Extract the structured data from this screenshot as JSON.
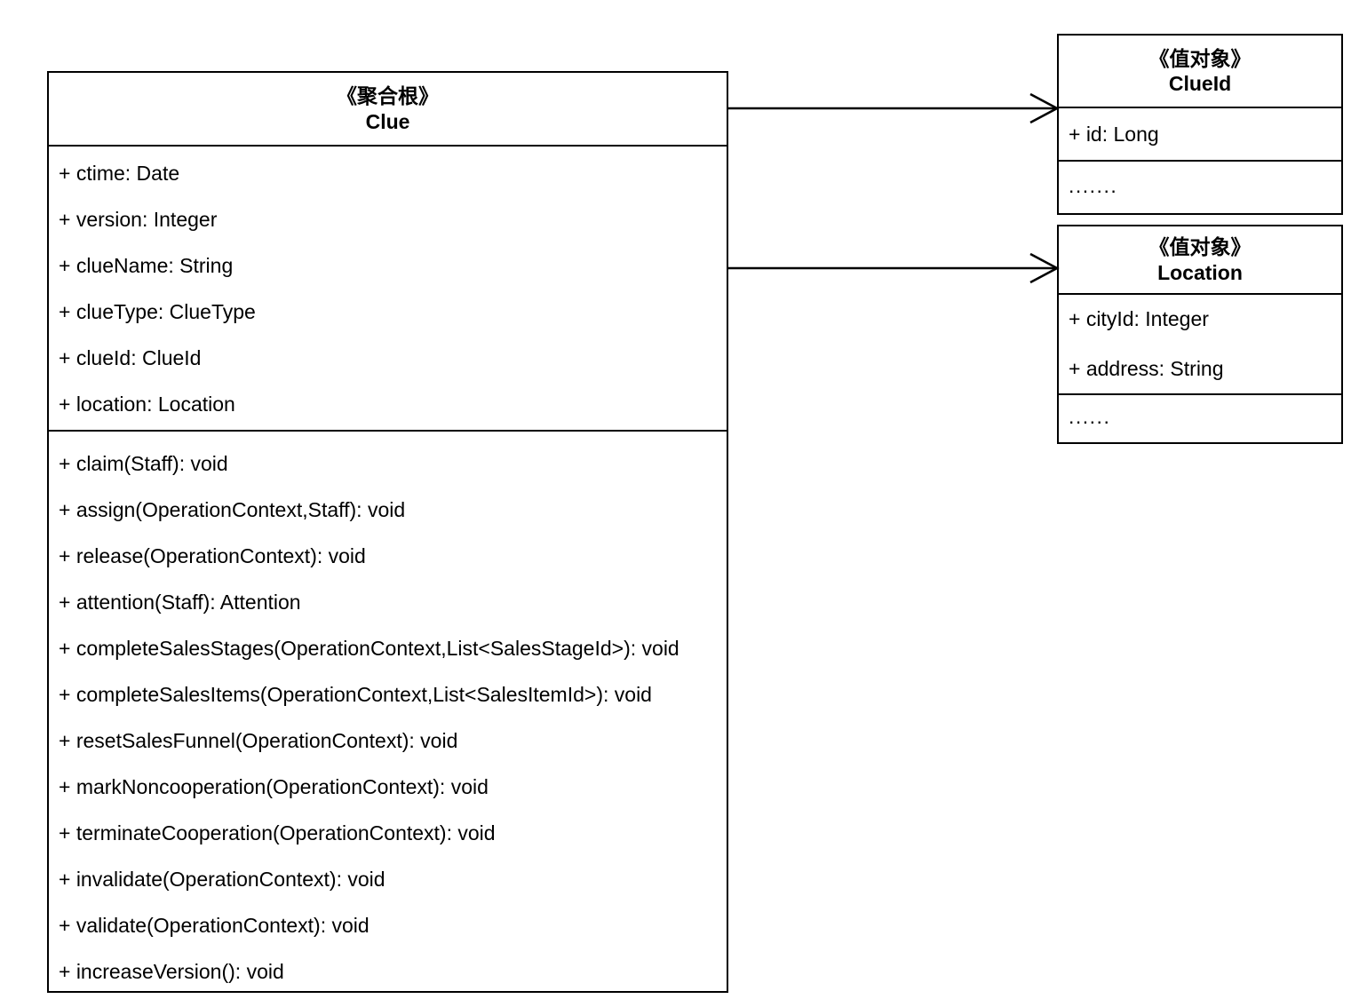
{
  "diagram": {
    "kind": "uml-class-diagram",
    "background_color": "#ffffff",
    "line_color": "#000000"
  },
  "classes": {
    "clue": {
      "stereotype": "《聚合根》",
      "name": "Clue",
      "attributes": [
        "+ ctime: Date",
        "+ version: Integer",
        "+ clueName: String",
        "+ clueType: ClueType",
        "+ clueId: ClueId",
        "+ location: Location"
      ],
      "operations": [
        "+ claim(Staff): void",
        "+ assign(OperationContext,Staff): void",
        "+ release(OperationContext): void",
        "+ attention(Staff): Attention",
        "+ completeSalesStages(OperationContext,List<SalesStageId>): void",
        "+ completeSalesItems(OperationContext,List<SalesItemId>): void",
        "+ resetSalesFunnel(OperationContext): void",
        "+ markNoncooperation(OperationContext): void",
        "+ terminateCooperation(OperationContext): void",
        "+ invalidate(OperationContext): void",
        "+ validate(OperationContext): void",
        "+ increaseVersion(): void"
      ]
    },
    "clue_id": {
      "stereotype": "《值对象》",
      "name": "ClueId",
      "attributes": [
        "+ id: Long"
      ],
      "more": "......."
    },
    "location": {
      "stereotype": "《值对象》",
      "name": "Location",
      "attributes": [
        "+ cityId: Integer",
        "+ address: String"
      ],
      "more": "......"
    }
  },
  "relations": [
    {
      "id": "clue-to-clueid",
      "from": "Clue",
      "to": "ClueId",
      "type": "association",
      "arrow": "open"
    },
    {
      "id": "clue-to-location",
      "from": "Clue",
      "to": "Location",
      "type": "association",
      "arrow": "open"
    }
  ]
}
